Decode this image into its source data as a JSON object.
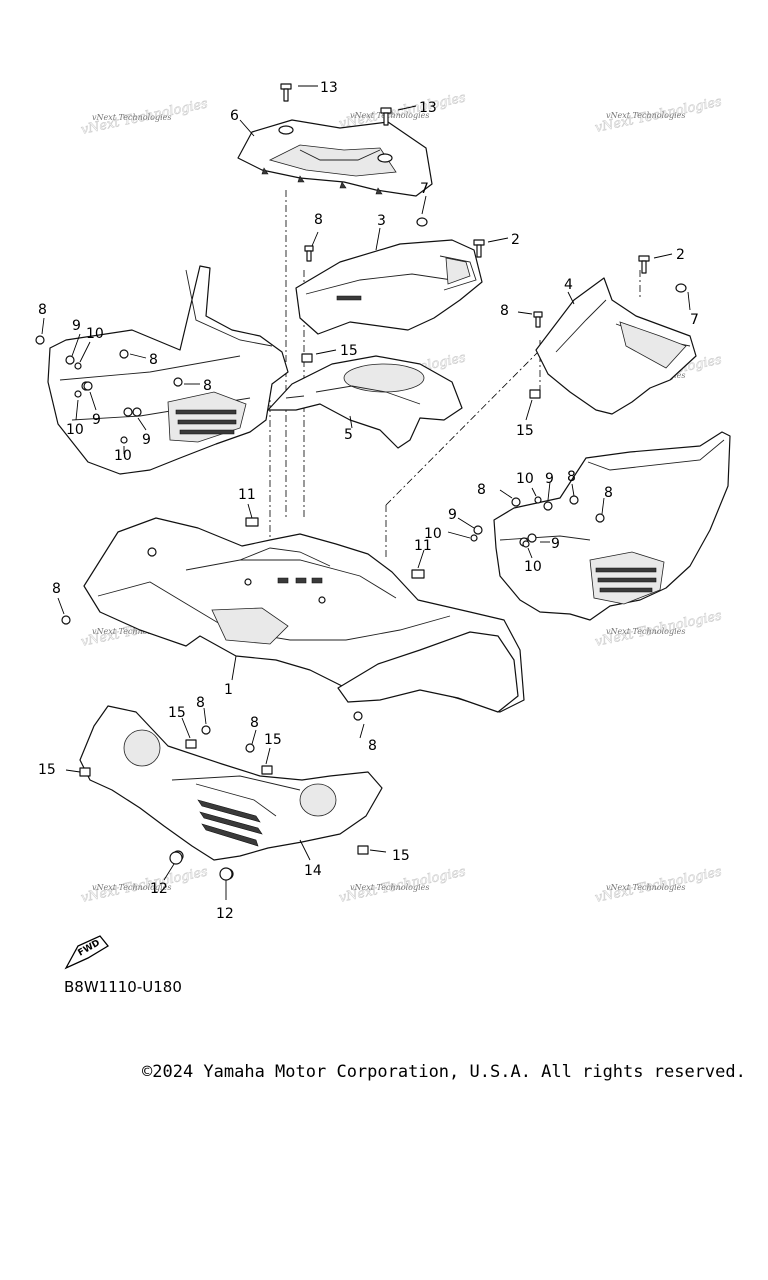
{
  "diagram": {
    "code": "B8W1110-U180",
    "fwd_label": "FWD",
    "watermark": "vNext Technologies",
    "callouts": {
      "c1": "1",
      "c2a": "2",
      "c2b": "2",
      "c3": "3",
      "c4": "4",
      "c5": "5",
      "c6": "6",
      "c7a": "7",
      "c7b": "7",
      "c8a": "8",
      "c8b": "8",
      "c8c": "8",
      "c8d": "8",
      "c8e": "8",
      "c8f": "8",
      "c8g": "8",
      "c8h": "8",
      "c8i": "8",
      "c8j": "8",
      "c8k": "8",
      "c8l": "8",
      "c9a": "9",
      "c9b": "9",
      "c9c": "9",
      "c9d": "9",
      "c9e": "9",
      "c9f": "9",
      "c10a": "10",
      "c10b": "10",
      "c10c": "10",
      "c10d": "10",
      "c10e": "10",
      "c10f": "10",
      "c11a": "11",
      "c11b": "11",
      "c12a": "12",
      "c12b": "12",
      "c13a": "13",
      "c13b": "13",
      "c14": "14",
      "c15a": "15",
      "c15b": "15",
      "c15c": "15",
      "c15d": "15",
      "c15e": "15"
    }
  },
  "footer": {
    "copyright": "©2024 Yamaha Motor Corporation, U.S.A. All rights reserved."
  }
}
